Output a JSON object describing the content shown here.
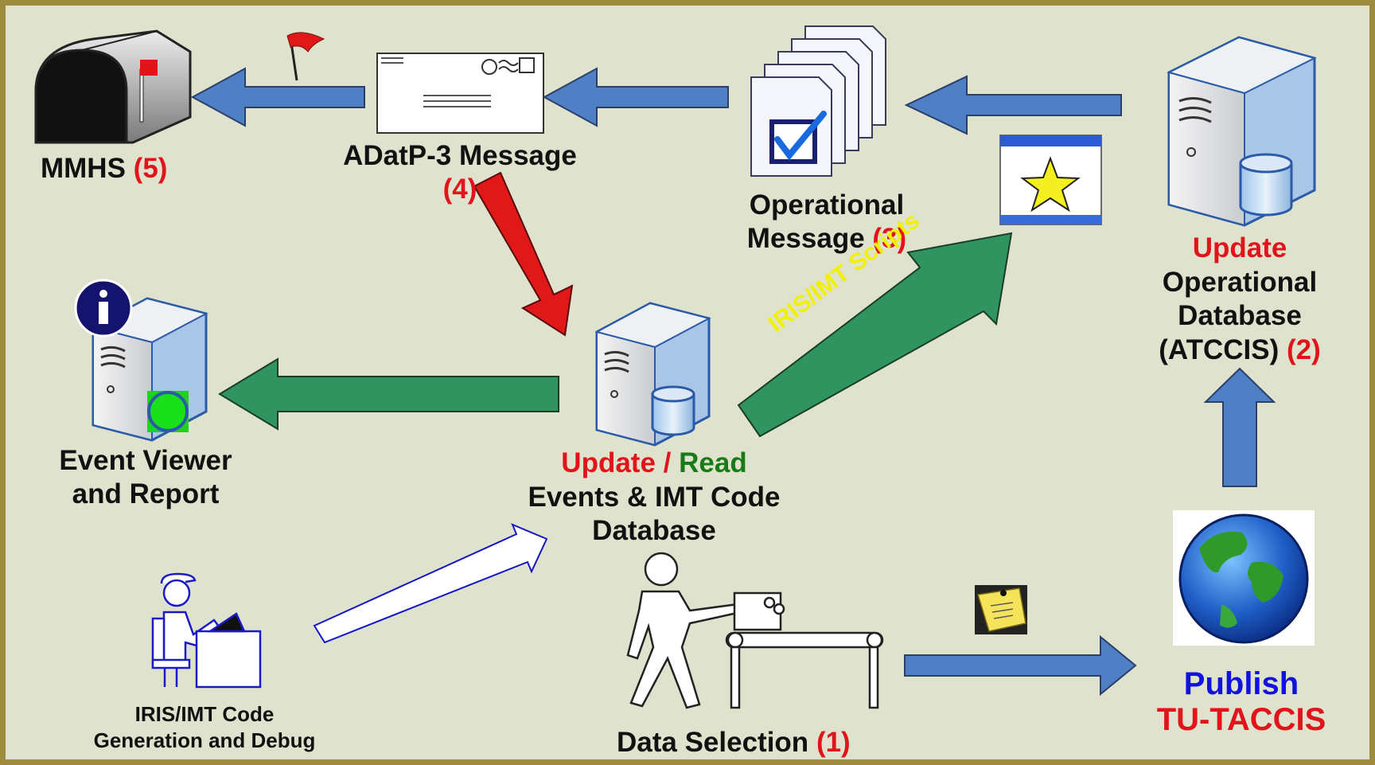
{
  "labels": {
    "mmhs": {
      "name": "MMHS",
      "num": "(5)"
    },
    "adatp": {
      "name": "ADatP-3 Message",
      "num": "(4)"
    },
    "operational_message": {
      "line1": "Operational",
      "line2": "Message",
      "num": "(3)"
    },
    "update_db": {
      "line1": "Update",
      "line2": "Operational",
      "line3": "Database",
      "line4": "(ATCCIS)",
      "num": "(2)"
    },
    "event_viewer": {
      "line1": "Event Viewer",
      "line2": "and Report"
    },
    "events_db": {
      "update": "Update",
      "slash": " / ",
      "read": "Read",
      "line2": "Events & IMT Code",
      "line3": "Database"
    },
    "scripts_arrow": "IRIS/IMT Scripts",
    "code_gen": {
      "line1": "IRIS/IMT Code",
      "line2": "Generation and Debug"
    },
    "data_selection": {
      "name": "Data Selection",
      "num": "(1)"
    },
    "publish": {
      "line1": "Publish",
      "line2": "TU-TACCIS"
    }
  },
  "icons": [
    "mailbox-icon",
    "flag-icon",
    "envelope-icon",
    "document-stack-icon",
    "checkbox-icon",
    "star-window-icon",
    "server-icon",
    "database-icon",
    "info-icon",
    "status-dot-icon",
    "person-at-computer-icon",
    "person-conveyor-icon",
    "sticky-note-icon",
    "globe-icon"
  ],
  "colors": {
    "background": "#dfe3cd",
    "frame": "#a08a3c",
    "blue_arrow": "#4f7fc4",
    "green_arrow": "#2f9460",
    "red_arrow": "#e01818",
    "label_red": "#e0141a",
    "label_green": "#1a7a1a",
    "label_blue": "#1212e0",
    "scripts_text": "#f0f000"
  }
}
